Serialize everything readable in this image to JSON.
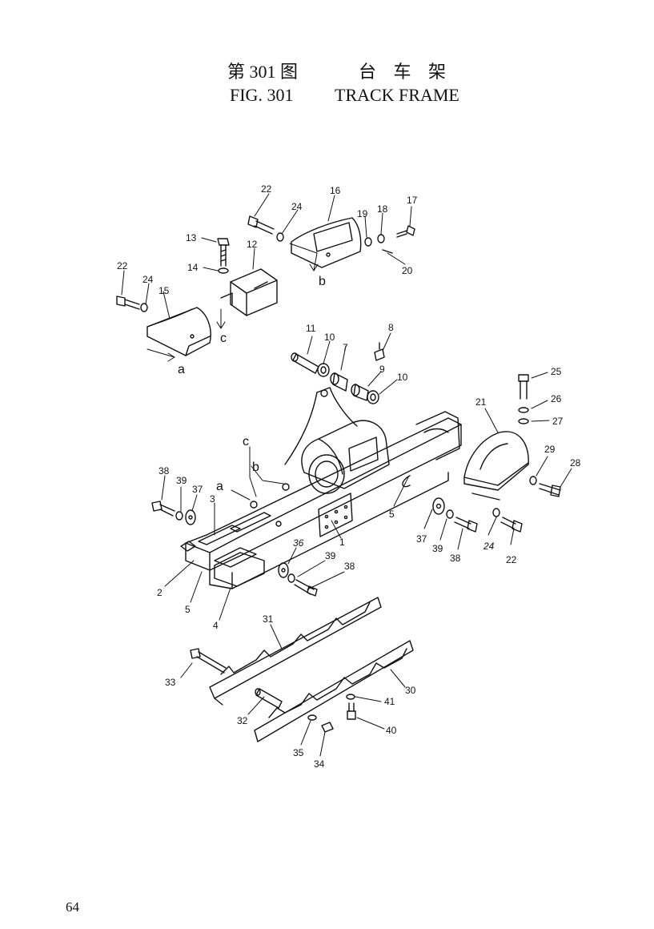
{
  "header": {
    "cn_fig": "第 301 图",
    "cn_name": "台 车 架",
    "en_fig": "FIG. 301",
    "en_name": "TRACK FRAME"
  },
  "page_number": "64",
  "callouts": [
    "1",
    "2",
    "3",
    "4",
    "5",
    "5",
    "7",
    "8",
    "9",
    "10",
    "10",
    "11",
    "12",
    "13",
    "14",
    "15",
    "16",
    "17",
    "18",
    "19",
    "20",
    "21",
    "22",
    "22",
    "22",
    "24",
    "24",
    "24",
    "25",
    "26",
    "27",
    "28",
    "29",
    "30",
    "31",
    "32",
    "33",
    "34",
    "35",
    "36",
    "37",
    "37",
    "38",
    "38",
    "38",
    "39",
    "39",
    "39",
    "40",
    "41"
  ],
  "reference_letters": [
    "a",
    "a",
    "b",
    "b",
    "c",
    "c"
  ]
}
